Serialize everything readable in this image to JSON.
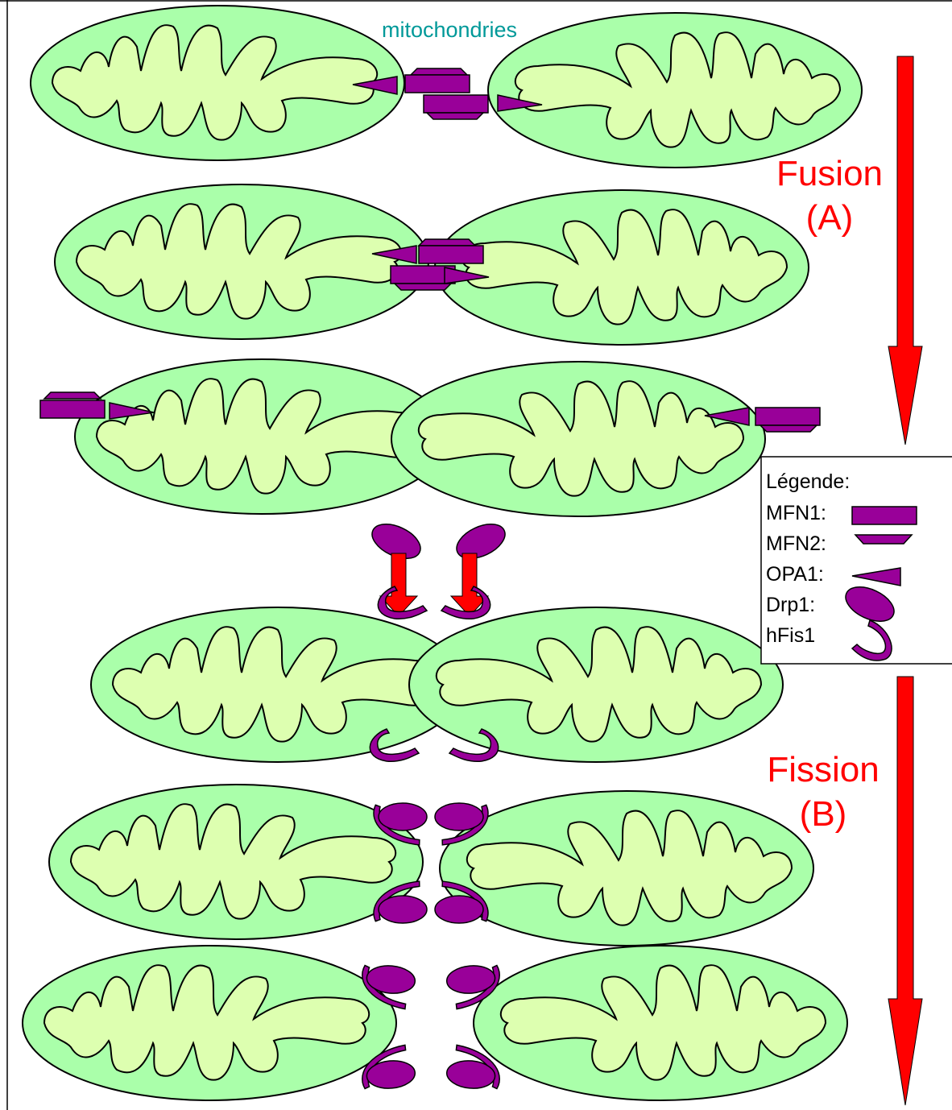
{
  "diagram": {
    "mitochondria_label": "mitochondries",
    "fusion_title": "Fusion",
    "fusion_tag": "(A)",
    "fission_title": "Fission",
    "fission_tag": "(B)"
  },
  "legend": {
    "title": "Légende:",
    "items": [
      {
        "label": "MFN1:",
        "shape": "mfn1-rect"
      },
      {
        "label": "MFN2:",
        "shape": "mfn2-trapezoid"
      },
      {
        "label": "OPA1:",
        "shape": "opa1-wedge"
      },
      {
        "label": "Drp1:",
        "shape": "drp1-ellipse"
      },
      {
        "label": "hFis1",
        "shape": "hfis1-hook"
      }
    ]
  },
  "colors": {
    "outer_membrane": "#aaffaa",
    "cristae": "#ddffb0",
    "protein": "#990099",
    "arrow": "#ff0000",
    "mito_label": "#009999",
    "title_text": "#ff0000"
  }
}
